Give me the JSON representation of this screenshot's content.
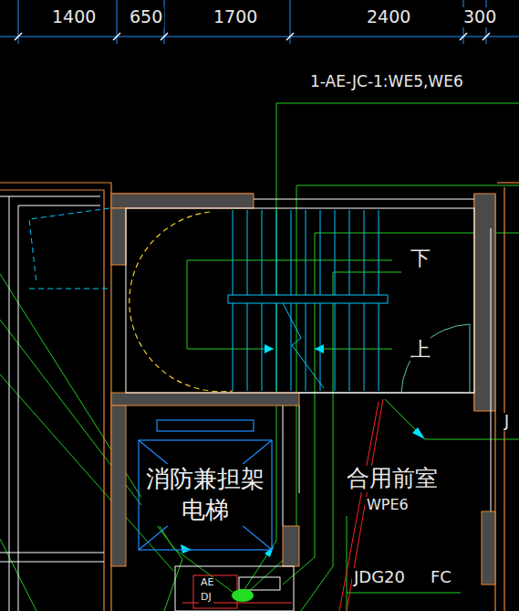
{
  "diagram": {
    "nodes": [
      {
        "text": [
          "消防兼担架 电梯"
        ]
      }
    ],
    "labels": [
      "1400",
      "650",
      "1700",
      "2400",
      "300",
      "1-AE-JC-1:WE5,WE6",
      "下",
      "上",
      "J",
      "合用前室",
      "WPE6",
      "JDG20",
      "FC",
      "AE",
      "DJ"
    ]
  }
}
